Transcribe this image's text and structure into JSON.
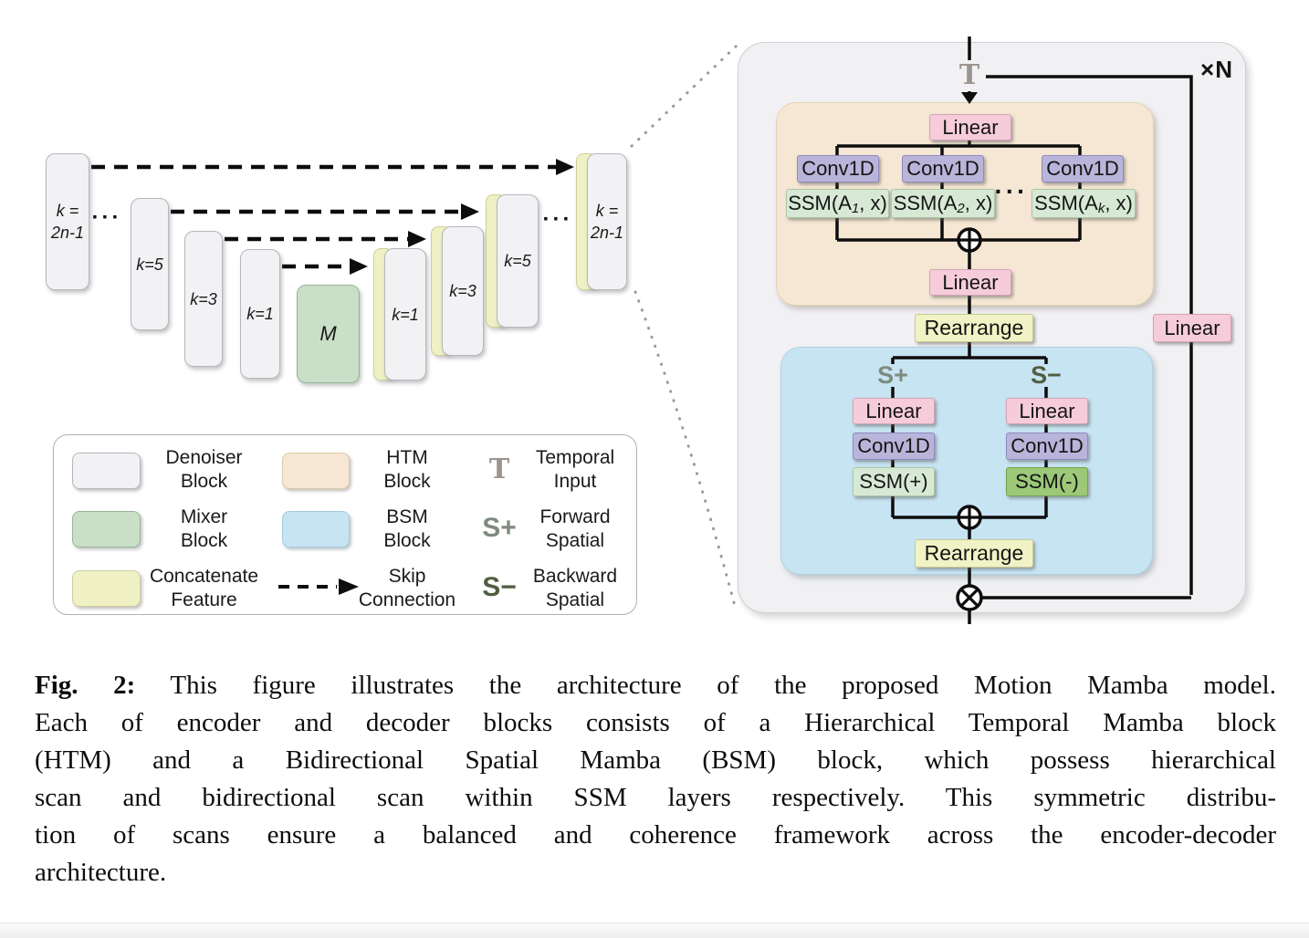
{
  "unet": {
    "dots_left": "···",
    "dots_right": "···",
    "enc": [
      {
        "l1": "k =",
        "l2": "2n-1"
      },
      {
        "label": "k=5"
      },
      {
        "label": "k=3"
      },
      {
        "label": "k=1"
      }
    ],
    "mixer": "M",
    "dec": [
      {
        "label": "k=1"
      },
      {
        "label": "k=3"
      },
      {
        "label": "k=5"
      },
      {
        "l1": "k =",
        "l2": "2n-1"
      }
    ]
  },
  "panel": {
    "temporal": "T",
    "repeat": "×N",
    "skip_linear": "Linear",
    "htm": {
      "linear_top": "Linear",
      "linear_bottom": "Linear",
      "dots": "···",
      "b1": {
        "conv": "Conv1D",
        "p": "SSM(A",
        "s": "1",
        "q": ", x)"
      },
      "b2": {
        "conv": "Conv1D",
        "p": "SSM(A",
        "s": "2",
        "q": ", x)"
      },
      "b3": {
        "conv": "Conv1D",
        "p": "SSM(A",
        "s": "k",
        "q": ", x)"
      }
    },
    "rearrange_top": "Rearrange",
    "bsm": {
      "splus": "S+",
      "sminus": "S−",
      "f": {
        "linear": "Linear",
        "conv": "Conv1D",
        "ssm": "SSM(+)"
      },
      "b": {
        "linear": "Linear",
        "conv": "Conv1D",
        "ssm": "SSM(-)"
      },
      "rearrange": "Rearrange"
    }
  },
  "legend": {
    "items": [
      {
        "line1": "Denoiser",
        "line2": "Block"
      },
      {
        "line1": "HTM",
        "line2": "Block"
      },
      {
        "symbol": "T",
        "line1": "Temporal",
        "line2": "Input"
      },
      {
        "line1": "Mixer",
        "line2": "Block"
      },
      {
        "line1": "BSM",
        "line2": "Block"
      },
      {
        "symbol": "S+",
        "line1": "Forward",
        "line2": "Spatial"
      },
      {
        "line1": "Concatenate",
        "line2": "Feature"
      },
      {
        "line1": "Skip",
        "line2": "Connection"
      },
      {
        "symbol": "S−",
        "line1": "Backward",
        "line2": "Spatial"
      }
    ]
  },
  "caption": {
    "prefix": "Fig. 2:",
    "lines": [
      "This figure illustrates the architecture of the proposed Motion Mamba model.",
      "Each of encoder and decoder blocks consists of a Hierarchical Temporal Mamba block",
      "(HTM) and a Bidirectional Spatial Mamba (BSM) block, which possess hierarchical",
      "scan and bidirectional scan within SSM layers respectively. This symmetric distribu-",
      "tion of scans ensure a balanced and coherence framework across the encoder-decoder",
      "architecture."
    ]
  },
  "colors": {
    "temporal_input": "#9b948c",
    "forward_spatial": "#7e8b7e",
    "backward_spatial": "#4f5e40",
    "htm_fill": "#f5e7d3",
    "bsm_fill": "#c7e4f2",
    "linear_fill": "#f6ccdb",
    "conv_fill": "#b9b4d9",
    "ssm_light_fill": "#d7e9d5",
    "ssm_green_fill": "#9cc878",
    "rearrange_fill": "#f1f2c5",
    "denoiser_fill": "#f2f2f5",
    "mixer_fill": "#c9dfc7",
    "concat_fill": "#eff0c4"
  }
}
